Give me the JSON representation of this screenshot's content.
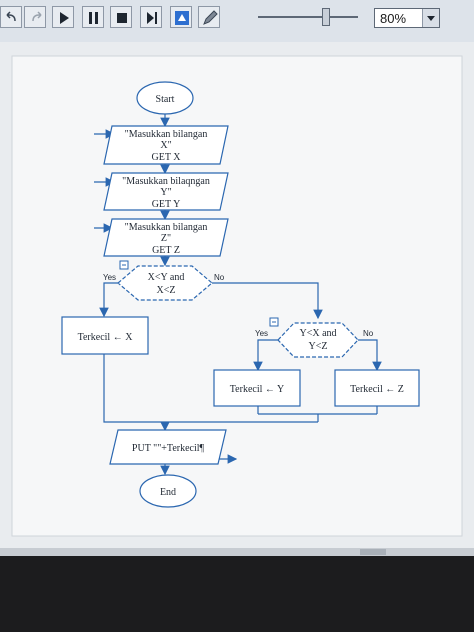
{
  "toolbar": {
    "buttons": [
      "undo-icon",
      "redo-icon",
      "play-icon",
      "pause-icon",
      "stop-icon",
      "step-icon",
      "breakpoint-icon",
      "pencil-icon"
    ],
    "zoom": {
      "value": "80%",
      "level_percent": 80
    }
  },
  "flowchart": {
    "start_label": "Start",
    "end_label": "End",
    "input_x": {
      "line1": "\"Masukkan bilangan",
      "line2": "X\"",
      "line3": "GET X"
    },
    "input_y": {
      "line1": "\"Masukkan bilaqngan",
      "line2": "Y\"",
      "line3": "GET Y"
    },
    "input_z": {
      "line1": "\"Masukkan bilangan",
      "line2": "Z\"",
      "line3": "GET Z"
    },
    "decision1": {
      "line1": "X<Y and",
      "line2": "X<Z",
      "yes": "Yes",
      "no": "No"
    },
    "decision2": {
      "line1": "Y<X and",
      "line2": "Y<Z",
      "yes": "Yes",
      "no": "No"
    },
    "assign_x": "Terkecil ← X",
    "assign_y": "Terkecil ← Y",
    "assign_z": "Terkecil ← Z",
    "output": "PUT \"\"+Terkecil¶"
  },
  "colors": {
    "stroke": "#2b67b0",
    "fill": "#ffffff",
    "canvas": "#e9ecef",
    "page": "#f6f7f8"
  }
}
